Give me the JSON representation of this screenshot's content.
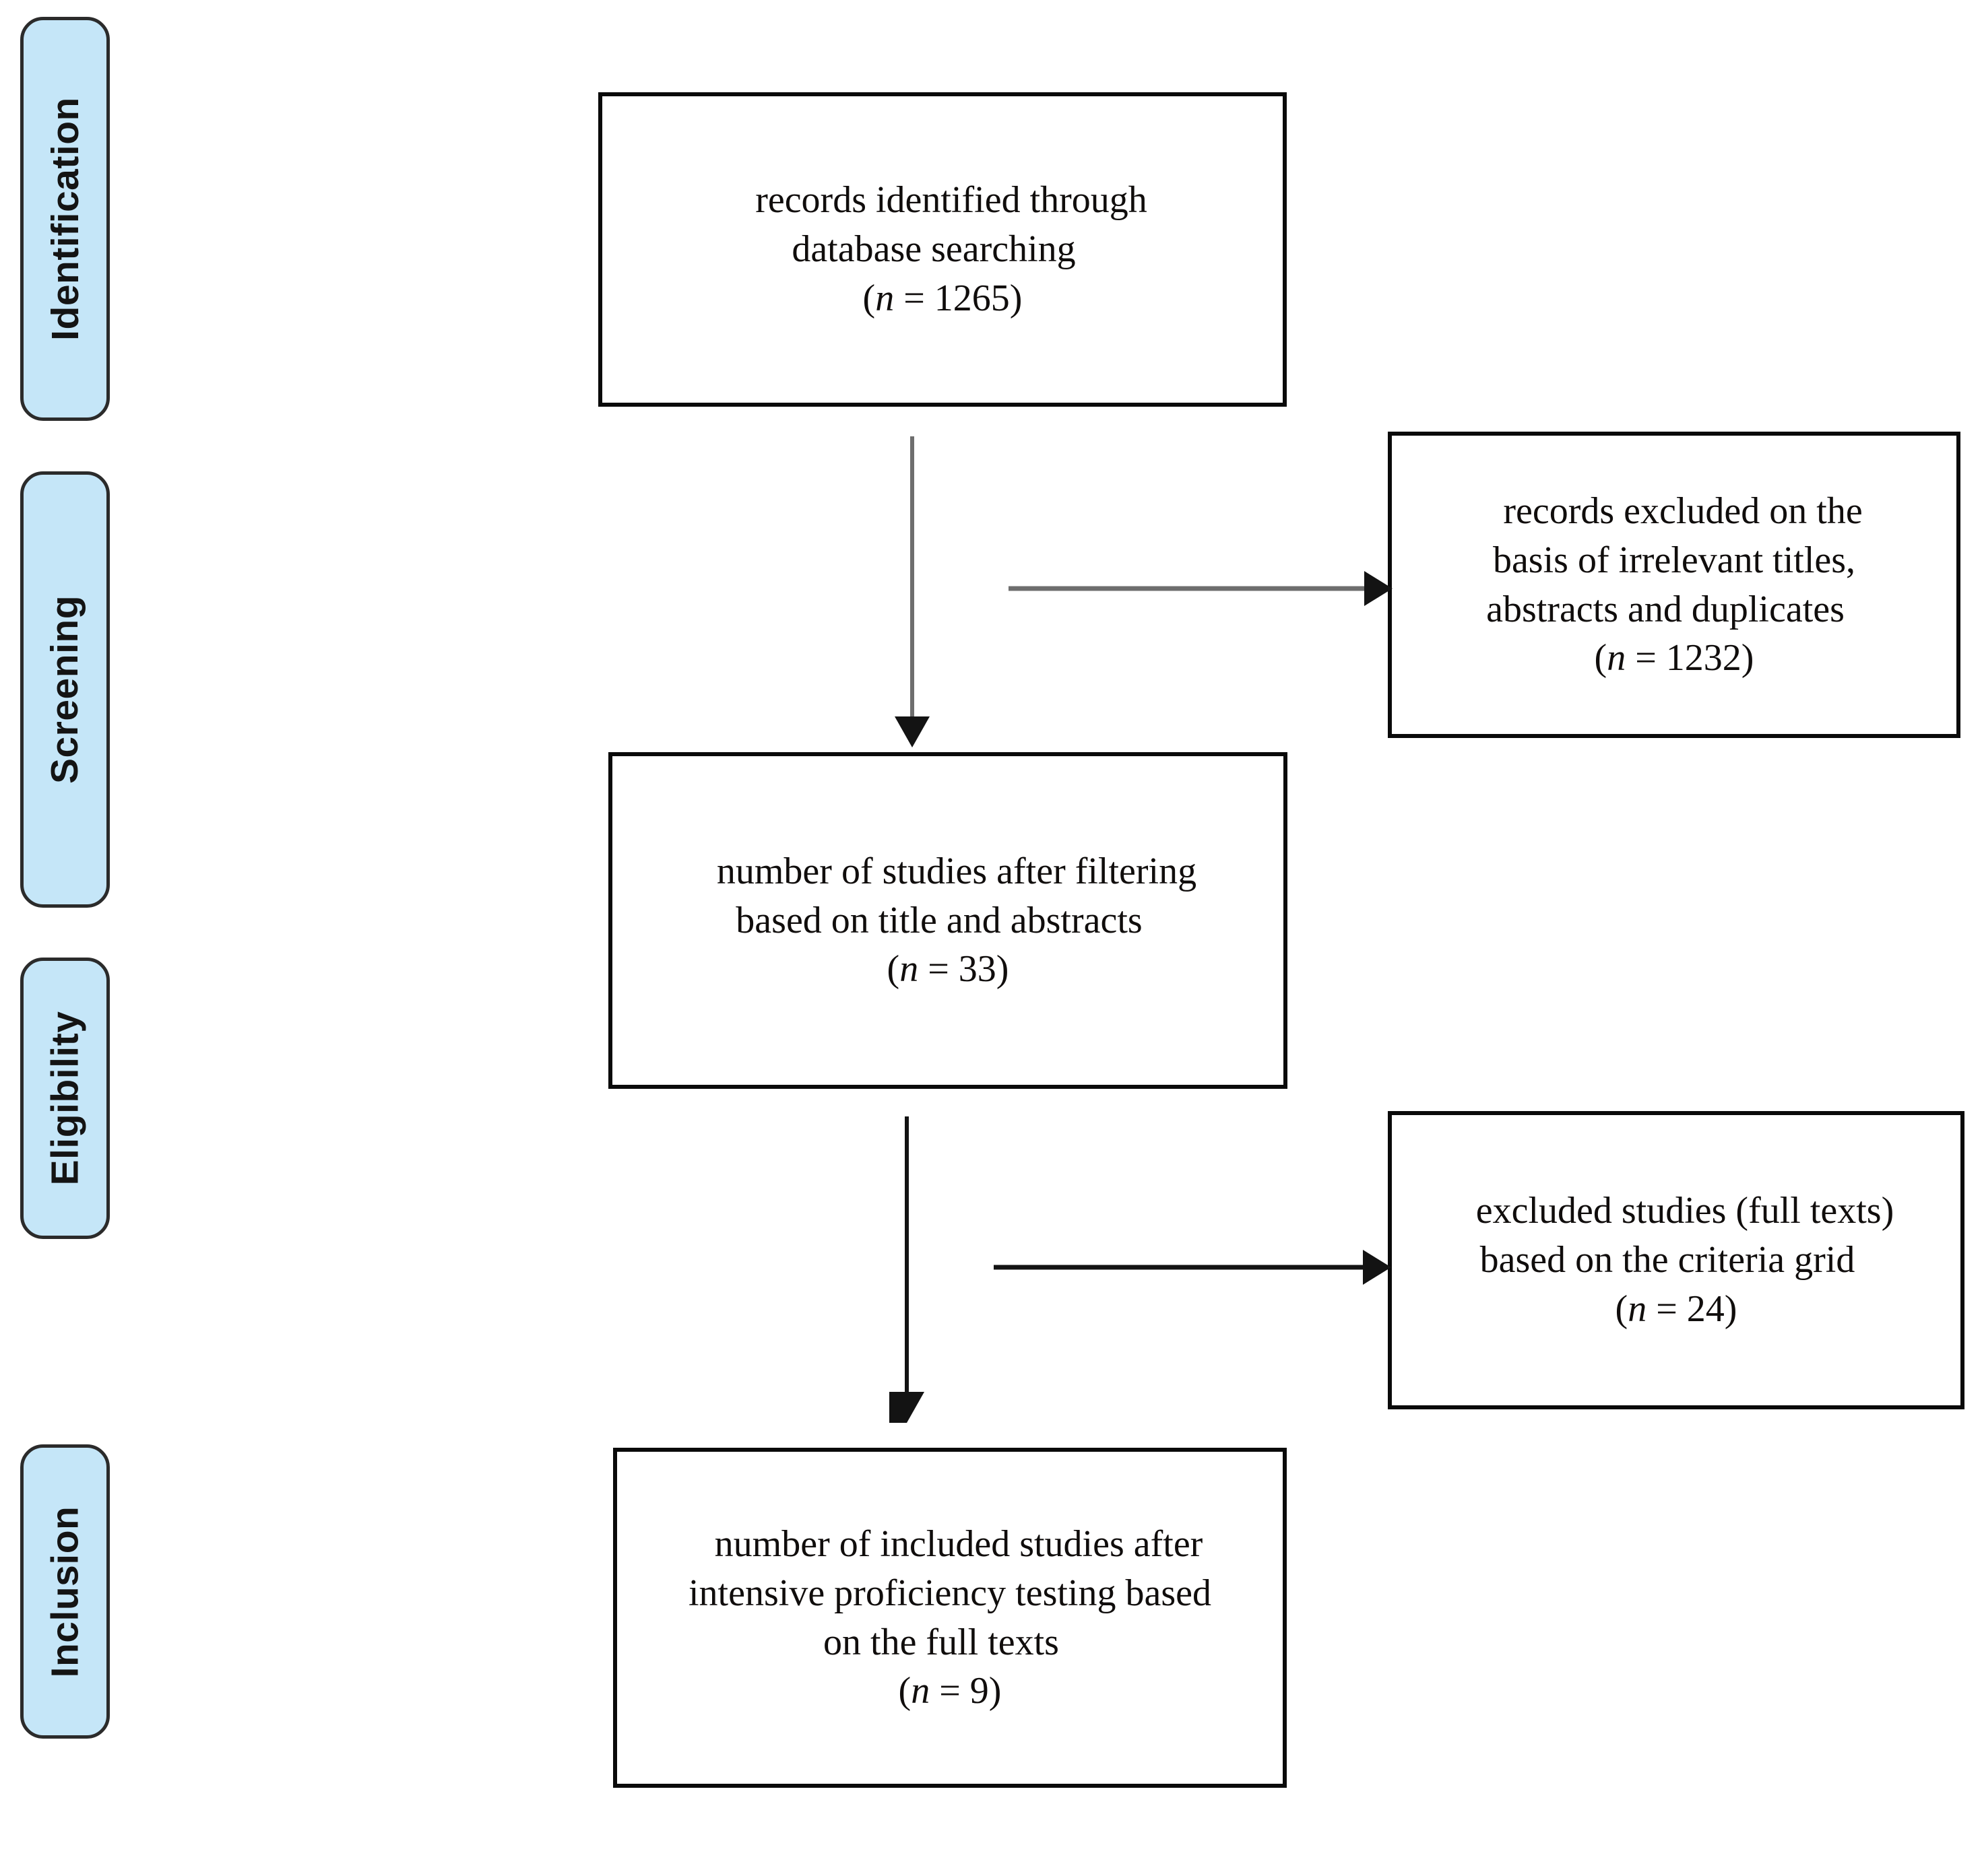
{
  "diagram": {
    "type": "prisma-flow-diagram",
    "accent_color": "#c5e6f8",
    "border_color": "#0a0a0a",
    "arrow_color_dark": "#131313",
    "arrow_color_gray": "#6e6e6e"
  },
  "stages": [
    {
      "id": "identification",
      "label": "Identification"
    },
    {
      "id": "screening",
      "label": "Screening"
    },
    {
      "id": "eligibility",
      "label": "Eligibility"
    },
    {
      "id": "inclusion",
      "label": "Inclusion"
    }
  ],
  "boxes": [
    {
      "id": "records-identified",
      "text": "records identified through\ndatabase searching",
      "count_prefix": "(",
      "count_symbol": "n",
      "count_equals": " = ",
      "count_value": "1265",
      "count_suffix": ")",
      "count_full": "(n = 1265)"
    },
    {
      "id": "records-excluded-titles-abstracts",
      "text": "records excluded on the\nbasis of irrelevant titles,\nabstracts and duplicates",
      "count_prefix": "(",
      "count_symbol": "n",
      "count_equals": " = ",
      "count_value": "1232",
      "count_suffix": ")",
      "count_full": "(n = 1232)"
    },
    {
      "id": "studies-after-filtering",
      "text": "number of studies after filtering\nbased on title and abstracts",
      "count_prefix": "(",
      "count_symbol": "n",
      "count_equals": " = ",
      "count_value": "33",
      "count_suffix": ")",
      "count_full": "(n = 33)"
    },
    {
      "id": "excluded-full-texts",
      "text": "excluded studies (full texts)\nbased on the criteria grid",
      "count_prefix": "(",
      "count_symbol": "n",
      "count_equals": " = ",
      "count_value": "24",
      "count_suffix": ")",
      "count_full": "(n = 24)"
    },
    {
      "id": "included-studies",
      "text": "number of included studies after\nintensive proficiency testing based\non the full texts",
      "count_prefix": "(",
      "count_symbol": "n",
      "count_equals": " = ",
      "count_value": "9",
      "count_suffix": ")",
      "count_full": "(n = 9)"
    }
  ],
  "arrows": [
    {
      "id": "identified-to-filtered",
      "direction": "down",
      "style": "gray"
    },
    {
      "id": "filtered-to-excluded-ta",
      "direction": "right",
      "style": "gray"
    },
    {
      "id": "filtered-to-included",
      "direction": "down",
      "style": "dark"
    },
    {
      "id": "included-to-excluded-ft",
      "direction": "right",
      "style": "dark"
    }
  ]
}
